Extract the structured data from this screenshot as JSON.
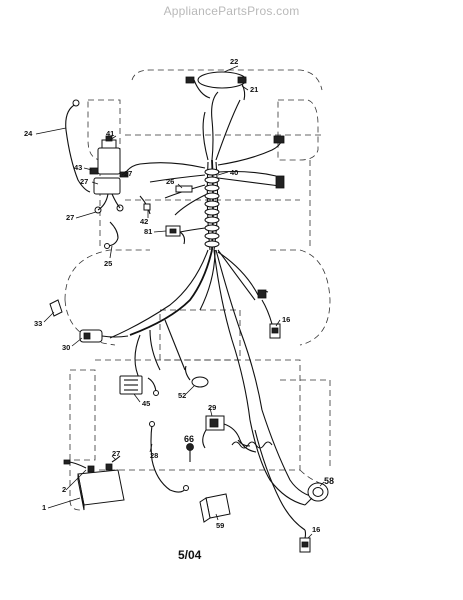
{
  "watermark": "AppliancePartsPros.com",
  "footer": "5/04",
  "callouts": [
    {
      "id": "c22",
      "label": "22"
    },
    {
      "id": "c21",
      "label": "21"
    },
    {
      "id": "c24",
      "label": "24"
    },
    {
      "id": "c41",
      "label": "41"
    },
    {
      "id": "c43",
      "label": "43"
    },
    {
      "id": "c27a",
      "label": "27"
    },
    {
      "id": "c27b",
      "label": "27"
    },
    {
      "id": "c27c",
      "label": "27"
    },
    {
      "id": "c26",
      "label": "26"
    },
    {
      "id": "c40",
      "label": "40"
    },
    {
      "id": "c42",
      "label": "42"
    },
    {
      "id": "c81",
      "label": "81"
    },
    {
      "id": "c25",
      "label": "25"
    },
    {
      "id": "c33",
      "label": "33"
    },
    {
      "id": "c16a",
      "label": "16"
    },
    {
      "id": "c30",
      "label": "30"
    },
    {
      "id": "c45",
      "label": "45"
    },
    {
      "id": "c52",
      "label": "52"
    },
    {
      "id": "c29",
      "label": "29"
    },
    {
      "id": "c66",
      "label": "66"
    },
    {
      "id": "c27d",
      "label": "27"
    },
    {
      "id": "c28",
      "label": "28"
    },
    {
      "id": "c2",
      "label": "2"
    },
    {
      "id": "c1",
      "label": "1"
    },
    {
      "id": "c58",
      "label": "58"
    },
    {
      "id": "c59",
      "label": "59"
    },
    {
      "id": "c16b",
      "label": "16"
    }
  ]
}
